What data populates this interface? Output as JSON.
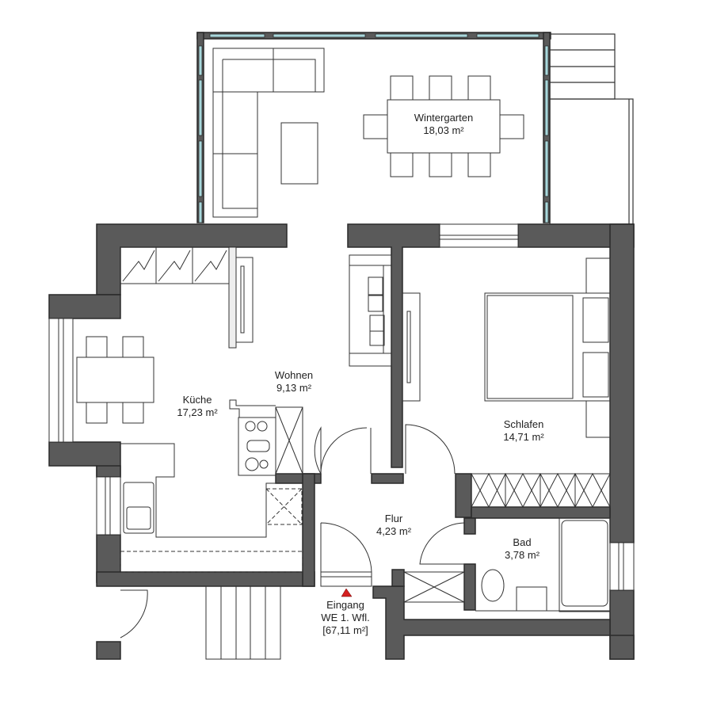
{
  "plan": {
    "title": "WE 1. Wfl.",
    "colors": {
      "wall": "#5a5a5a",
      "wall_stroke": "#2a2a2a",
      "glass": "#a8d8dc",
      "line": "#333333",
      "entrance_marker": "#d42020",
      "background": "#ffffff"
    }
  },
  "rooms": [
    {
      "name": "Wintergarten",
      "area": "18,03 m²"
    },
    {
      "name": "Wohnen",
      "area": "9,13 m²"
    },
    {
      "name": "Küche",
      "area": "17,23 m²"
    },
    {
      "name": "Schlafen",
      "area": "14,71 m²"
    },
    {
      "name": "Flur",
      "area": "4,23 m²"
    },
    {
      "name": "Bad",
      "area": "3,78 m²"
    }
  ],
  "entrance": {
    "label": "Eingang",
    "unit": "WE 1. Wfl.",
    "total_area": "[67,11 m²]",
    "marker_icon": "red-triangle"
  }
}
